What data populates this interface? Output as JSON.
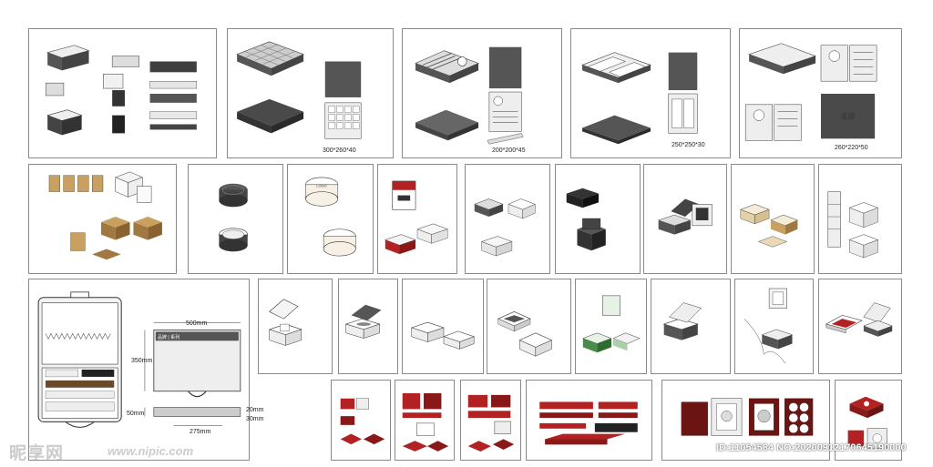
{
  "case_dims": {
    "width": "500mm",
    "depth": "350mm",
    "height": "50mm",
    "thick1": "20mm",
    "thick2": "30mm",
    "handle": "275mm"
  },
  "box_sizes": {
    "a": "300*260*40",
    "b": "200*200*45",
    "c": "250*250*30",
    "d": "260*220*50"
  },
  "logo_text": "LOGO",
  "case_label": "品牌 | 系列",
  "watermark": {
    "brand": "昵享网",
    "url": "www.nipic.com",
    "id": "ID:11054584 NO:20200912170645190000"
  },
  "colors": {
    "dark": "#4a4a4a",
    "brand_red": "#b22222",
    "wood": "#c8a060",
    "cream": "#f3ead2"
  }
}
